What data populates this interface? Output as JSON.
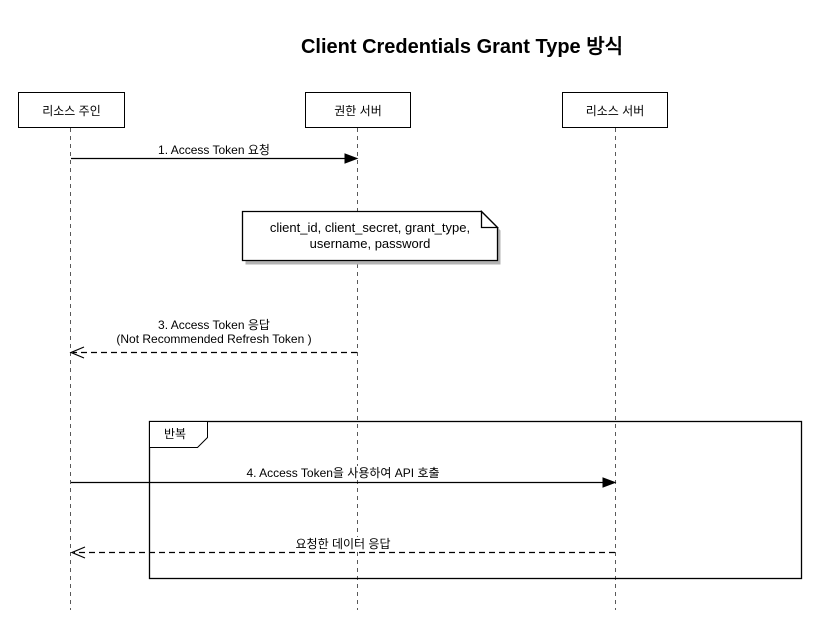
{
  "title": "Client Credentials Grant Type 방식",
  "actors": [
    {
      "label": "리소스 주인"
    },
    {
      "label": "권한 서버"
    },
    {
      "label": "리소스 서버"
    }
  ],
  "note": {
    "line1": "client_id, client_secret, grant_type,",
    "line2": "username, password"
  },
  "loop": {
    "label": "반복"
  },
  "messages": [
    {
      "label": "1. Access Token 요청",
      "style": "solid",
      "from": "리소스 주인",
      "to": "권한 서버"
    },
    {
      "label": "3. Access Token 응답",
      "sublabel": "(Not Recommended Refresh Token )",
      "style": "dashed",
      "from": "권한 서버",
      "to": "리소스 주인"
    },
    {
      "label": "4. Access Token을 사용하여 API 호출",
      "style": "solid",
      "from": "리소스 주인",
      "to": "리소스 서버"
    },
    {
      "label": "요청한 데이터 응답",
      "style": "dashed",
      "from": "리소스 서버",
      "to": "리소스 주인"
    }
  ],
  "colors": {
    "line": "#000000",
    "lifeline": "#595959",
    "background": "#ffffff",
    "shadow": "#b3b3b3"
  }
}
